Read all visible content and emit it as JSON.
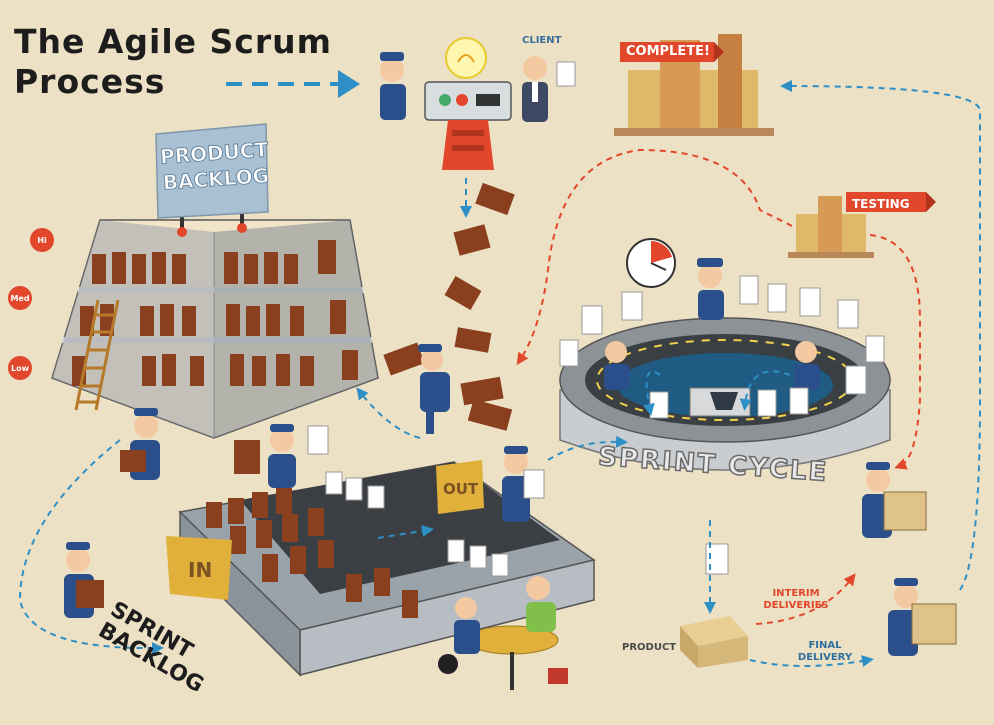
{
  "title": {
    "line1": "The Agile Scrum",
    "line2": "Process"
  },
  "labels": {
    "client": "CLIENT",
    "complete": "COMPLETE!",
    "testing": "TESTING",
    "product_backlog_line1": "PRODUCT",
    "product_backlog_line2": "BACKLOG",
    "priority_hi": "Hi",
    "priority_med": "Med",
    "priority_low": "Low",
    "sprint_backlog_line1": "SPRINT",
    "sprint_backlog_line2": "BACKLOG",
    "in": "IN",
    "out": "OUT",
    "sprint_cycle": "SPRINT CYCLE",
    "interim_line1": "INTERIM",
    "interim_line2": "DELIVERIES",
    "final_line1": "FINAL",
    "final_line2": "DELIVERY",
    "product": "PRODUCT"
  },
  "colors": {
    "background": "#ece1c4",
    "accent_red": "#e2472c",
    "accent_blue": "#2e8fc7",
    "book": "#8a3f1f",
    "worker_blue": "#2a4f8a"
  }
}
